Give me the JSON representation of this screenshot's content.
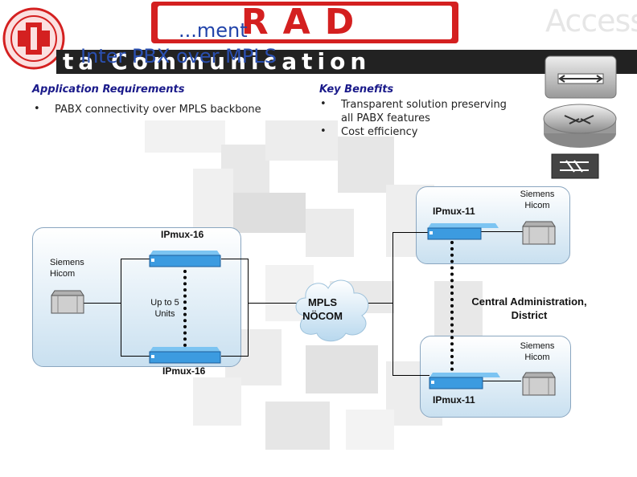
{
  "header": {
    "title_line1": "...ment",
    "title_line2": "Inter PBX over MPLS",
    "banner_text": "ta Communication",
    "brand_logo": "RAD",
    "brand_access": "Access",
    "brand_red": "#d42020",
    "banner_dark": "#222222"
  },
  "app_requirements": {
    "heading": "Application Requirements",
    "bullets": [
      "PABX connectivity over MPLS backbone"
    ]
  },
  "key_benefits": {
    "heading": "Key Benefits",
    "bullets": [
      "Transparent solution preserving\nall PABX features",
      "Cost efficiency"
    ]
  },
  "diagram": {
    "left_site": {
      "pbx_label": "Siemens\nHicom",
      "mux_top_label": "IPmux-16",
      "mux_bottom_label": "IPmux-16",
      "units_label": "Up to 5\nUnits"
    },
    "cloud_label": "MPLS\nNÖCOM",
    "right_top_site": {
      "mux_label": "IPmux-11",
      "pbx_label": "Siemens\nHicom"
    },
    "right_bottom_site": {
      "mux_label": "IPmux-11",
      "pbx_label": "Siemens\nHicom"
    },
    "central_label": "Central Administration,\nDistrict",
    "accent_blue": "#3c9be0",
    "site_fill": "#c9e0f0"
  },
  "icons": [
    "switch-icon",
    "router-icon",
    "atm-switch-icon"
  ]
}
